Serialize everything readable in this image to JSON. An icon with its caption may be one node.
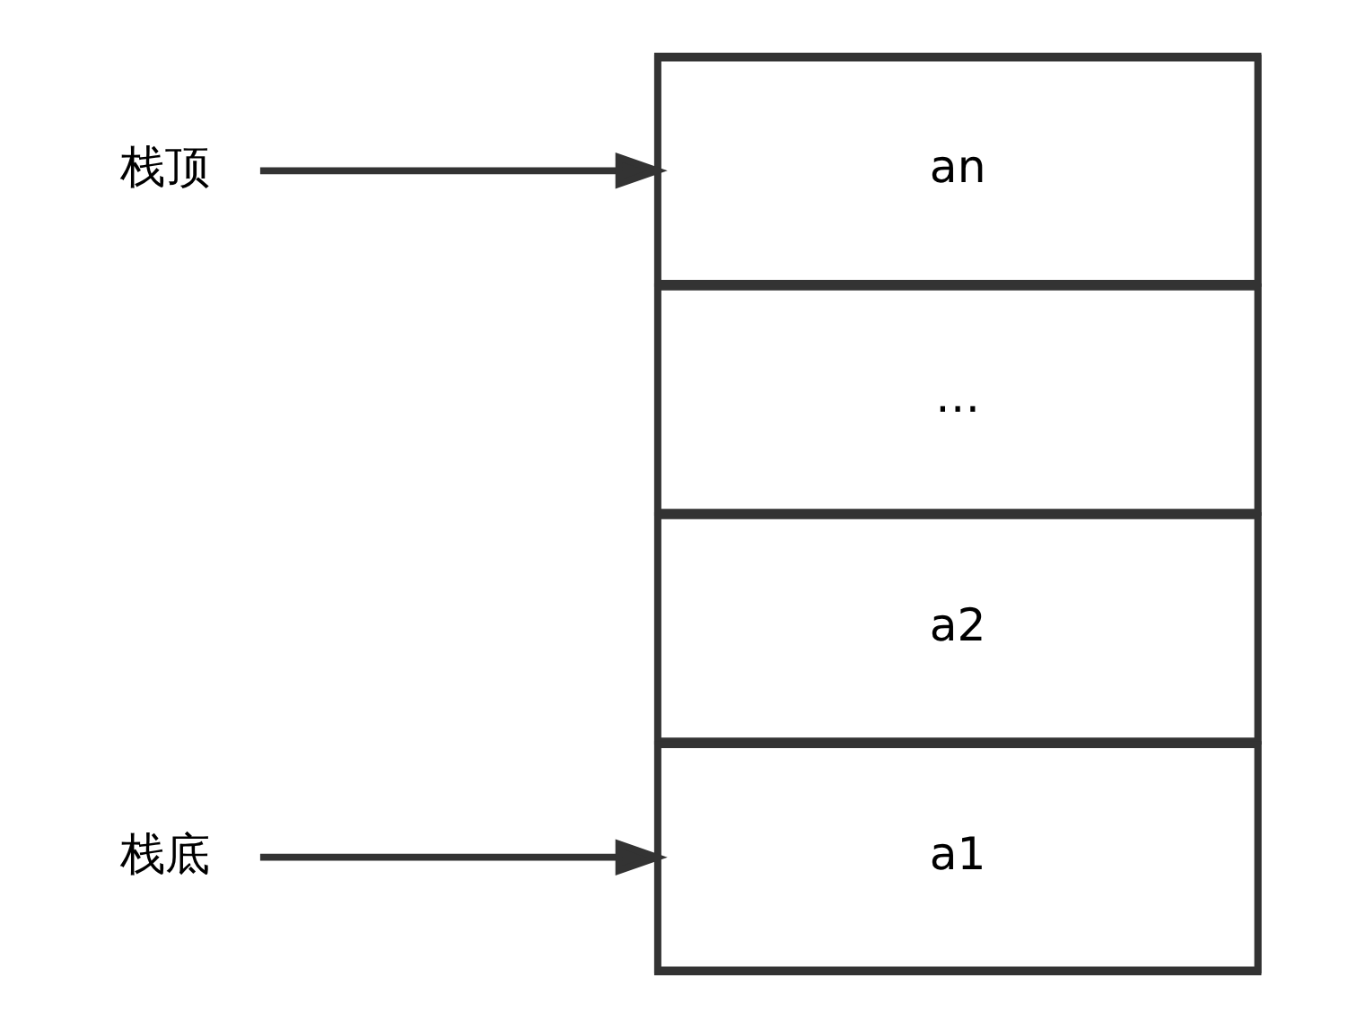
{
  "diagram": {
    "nodes": [
      {
        "text": [],
        "shape": "box"
      },
      {
        "text": [
          "an"
        ],
        "in": 0
      },
      {
        "text": [
          "…"
        ],
        "in": 0
      },
      {
        "text": [
          "a2"
        ],
        "in": 0
      },
      {
        "text": [
          "a1"
        ],
        "in": 0
      },
      {
        "text": [
          "栈顶"
        ]
      },
      {
        "text": [
          "栈底"
        ]
      }
    ],
    "edges": [
      {
        "from": 5,
        "to": 1,
        "arrow": "to"
      },
      {
        "from": 6,
        "to": 4,
        "arrow": "to"
      }
    ]
  }
}
